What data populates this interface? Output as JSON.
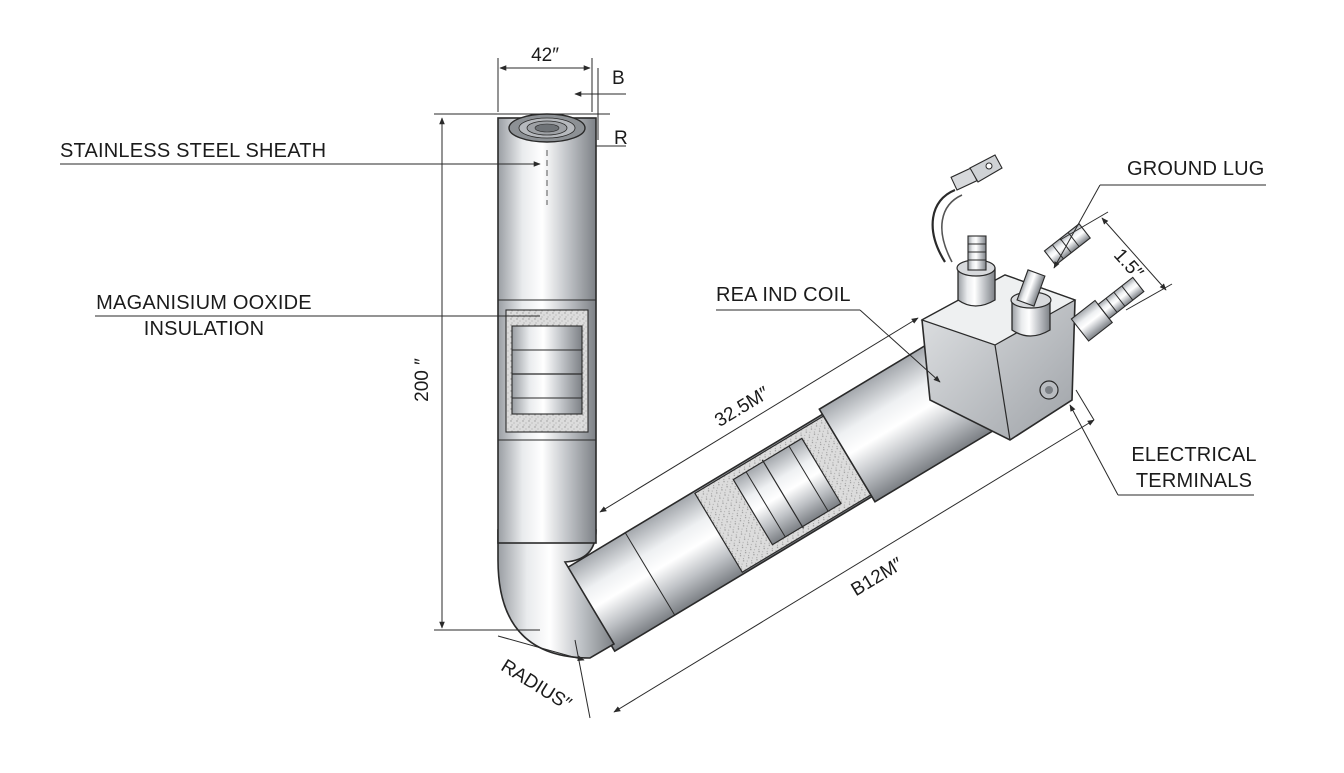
{
  "callouts": {
    "sheath": "STAINLESS STEEL SHEATH",
    "insulation_line1": "MAGANISIUM OOXIDE",
    "insulation_line2": "INSULATION",
    "coil": "REA IND COIL",
    "ground_lug": "GROUND LUG",
    "terminals_line1": "ELECTRICAL",
    "terminals_line2": "TERMINALS"
  },
  "dimensions": {
    "top_width": "42″",
    "b_label": "B",
    "r_label": "R",
    "height": "200 ″",
    "upper_length": "32.5M″",
    "lower_length": "B12M″",
    "radius": "RADIUS″",
    "terminal_offset": "1.5″"
  },
  "colors": {
    "line": "#2a2a2a",
    "metal_light": "#f4f5f6",
    "metal_mid": "#c9ccd0",
    "metal_dark": "#8a8e93",
    "insulation": "#d8d8d8"
  }
}
